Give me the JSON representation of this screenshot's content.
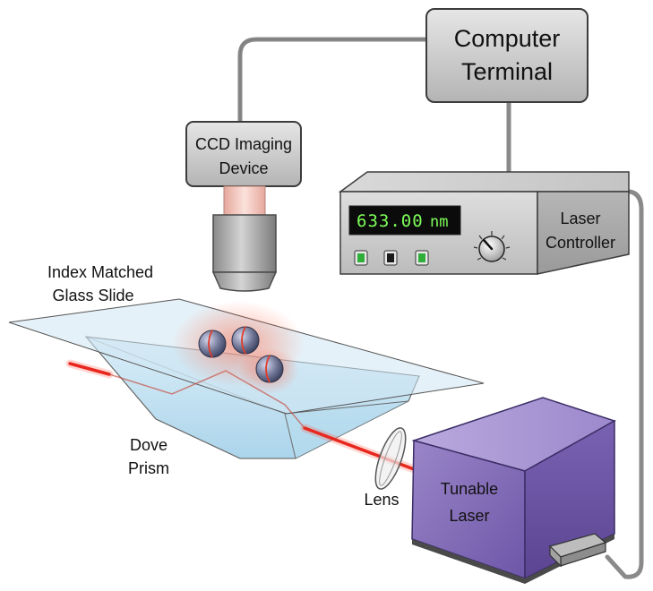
{
  "labels": {
    "computer_line1": "Computer",
    "computer_line2": "Terminal",
    "ccd_line1": "CCD Imaging",
    "ccd_line2": "Device",
    "controller_line1": "Laser",
    "controller_line2": "Controller",
    "display_value": "633.00",
    "display_unit": "nm",
    "slide_line1": "Index Matched",
    "slide_line2": "Glass Slide",
    "prism_line1": "Dove",
    "prism_line2": "Prism",
    "lens": "Lens",
    "laser_line1": "Tunable",
    "laser_line2": "Laser"
  },
  "icons": {
    "controller_buttons": [
      "green-button",
      "black-button",
      "green-button"
    ],
    "knob": "dial-knob-icon",
    "spheres": [
      "microsphere",
      "microsphere",
      "microsphere"
    ]
  },
  "colors": {
    "beam": "#e8281e",
    "display_text": "#7dff5a",
    "laser_box": "#7b63b5",
    "prism": "#a8d8ee",
    "box_gray": "#c8c8c8"
  }
}
